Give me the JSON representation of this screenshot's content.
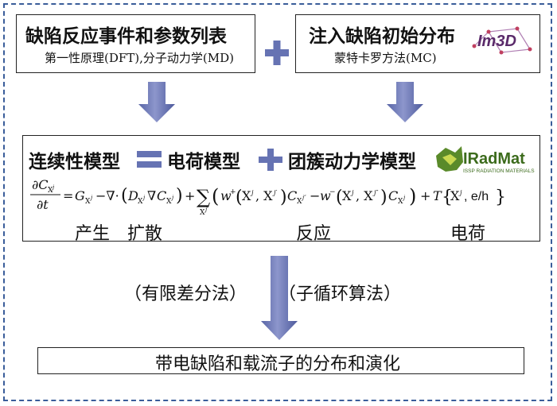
{
  "top_left": {
    "title": "缺陷反应事件和参数列表",
    "subtitle": "第一性原理(DFT),分子动力学(MD)"
  },
  "top_right": {
    "title": "注入缺陷初始分布",
    "subtitle": "蒙特卡罗方法(MC)",
    "logo_text": "Im3D"
  },
  "middle": {
    "model_continuity": "连续性模型",
    "model_charge": "电荷模型",
    "model_cluster": "团簇动力学模型",
    "logo_text": "IRadMat",
    "logo_subtext": "ISSP RADIATION MATERIALS",
    "term_generation": "产生",
    "term_diffusion": "扩散",
    "term_reaction": "反应",
    "term_charge": "电荷"
  },
  "methods": {
    "left": "（有限差分法）",
    "right": "（子循环算法）"
  },
  "bottom": {
    "result": "带电缺陷和载流子的分布和演化"
  },
  "colors": {
    "accent": "#6673b3",
    "frame": "#3a5d9a"
  }
}
